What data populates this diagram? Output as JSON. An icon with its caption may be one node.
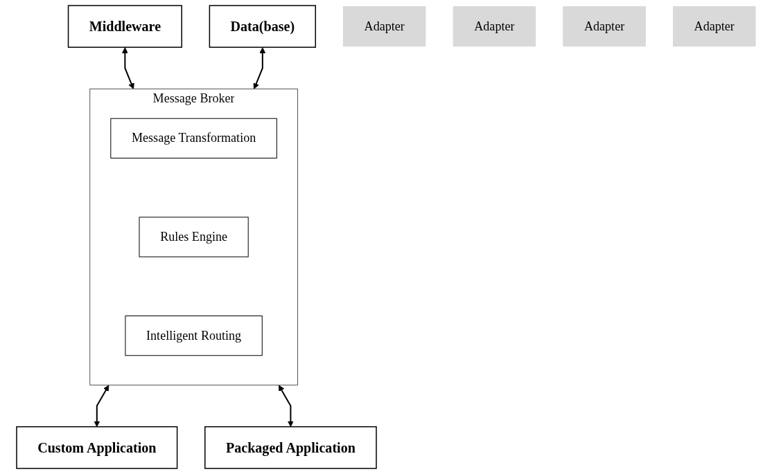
{
  "diagram": {
    "nodes": [
      {
        "text": [
          "Middleware"
        ]
      },
      {
        "text": [
          "Data(base)"
        ]
      },
      {
        "text": [
          "Adapter"
        ]
      },
      {
        "text": [
          "Adapter"
        ]
      },
      {
        "text": [
          "Message Broker"
        ]
      },
      {
        "text": [
          "Message Transformation"
        ],
        "in": 4
      },
      {
        "text": [
          "Rules Engine"
        ],
        "in": 4
      },
      {
        "text": [
          "Intelligent Routing"
        ],
        "in": 4
      },
      {
        "text": [
          "Adapter"
        ]
      },
      {
        "text": [
          "Adapter"
        ]
      },
      {
        "text": [
          "Custom Application"
        ]
      },
      {
        "text": [
          "Packaged Application"
        ]
      }
    ],
    "edges": [
      {
        "from": 0,
        "to": 4,
        "arrow": "both"
      },
      {
        "from": 1,
        "to": 4,
        "arrow": "both"
      },
      {
        "from": 4,
        "to": 10,
        "arrow": "both"
      },
      {
        "from": 4,
        "to": 11,
        "arrow": "both"
      }
    ]
  }
}
